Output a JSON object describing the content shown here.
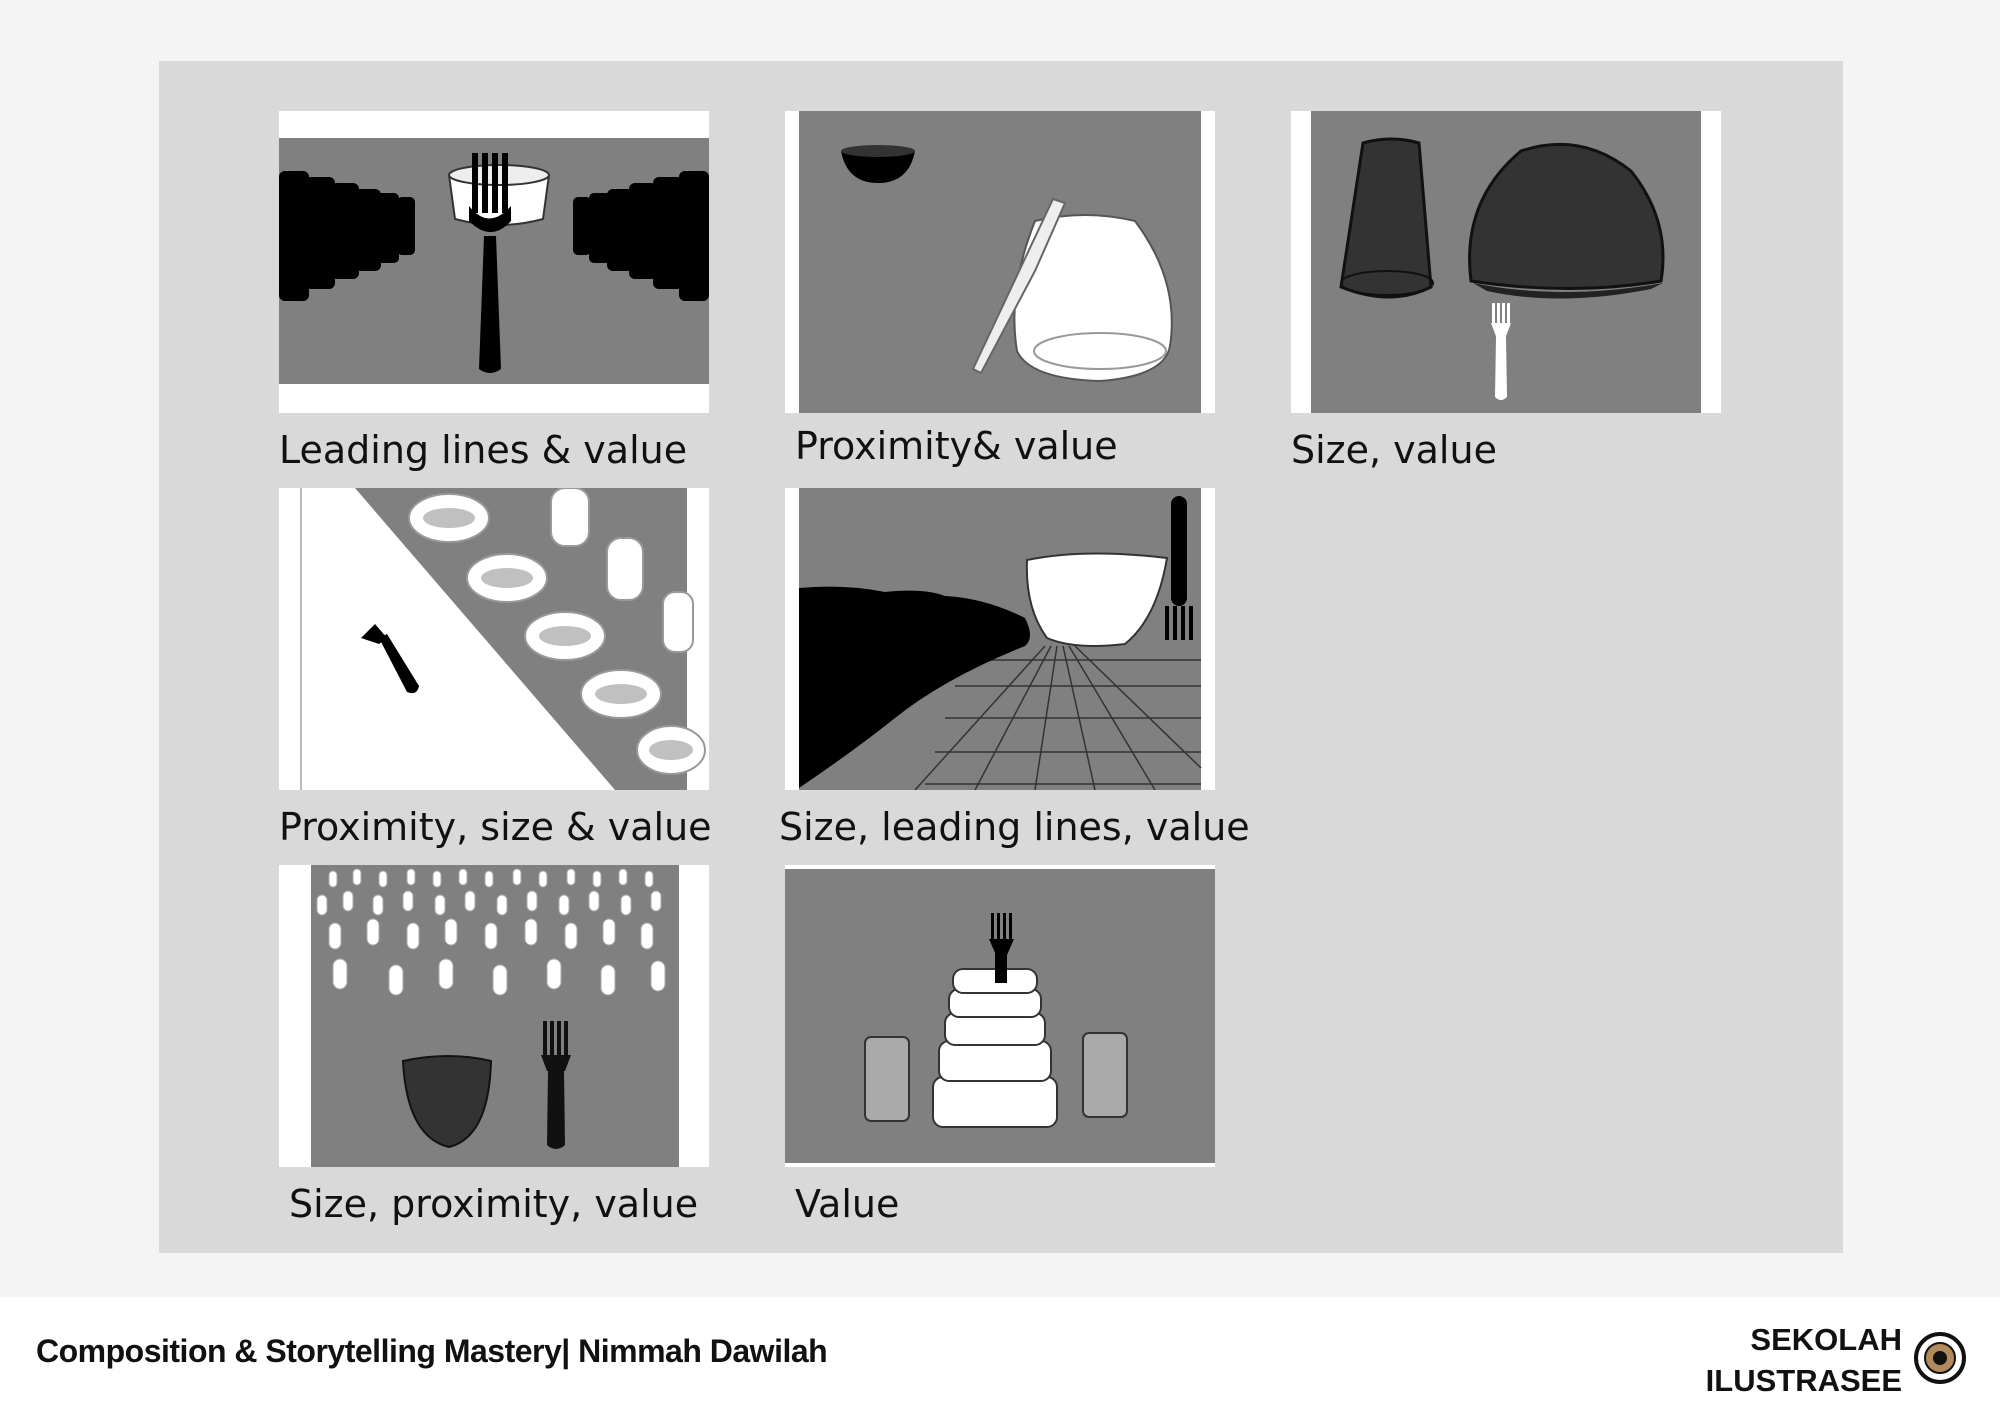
{
  "panels": [
    {
      "id": "leading-lines",
      "caption": "Leading lines & value"
    },
    {
      "id": "proximity",
      "caption": "Proximity& value"
    },
    {
      "id": "size",
      "caption": "Size, value"
    },
    {
      "id": "proximity-size",
      "caption": "Proximity, size & value"
    },
    {
      "id": "size-leading",
      "caption": "Size, leading lines, value"
    },
    {
      "id": "size-proximity",
      "caption": "Size, proximity, value"
    },
    {
      "id": "value",
      "caption": "Value"
    }
  ],
  "footer": {
    "title": "Composition & Storytelling Mastery| Nimmah Dawilah",
    "brand_line1": "SEKOLAH",
    "brand_line2": "ILUSTRASEE"
  },
  "colors": {
    "board": "#d9d9d9",
    "panel_gray": "#808080",
    "ink": "#000000"
  }
}
